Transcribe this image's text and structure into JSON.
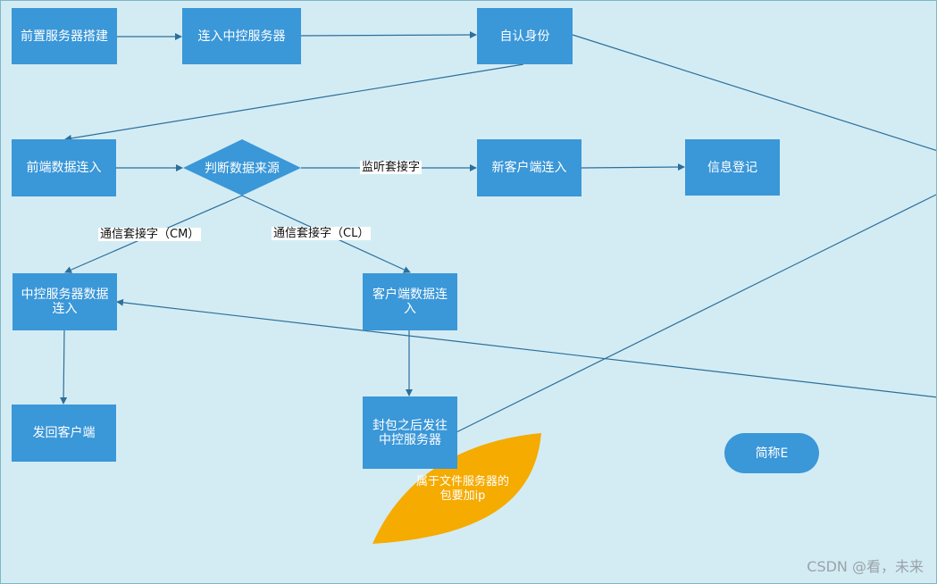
{
  "nodes": {
    "frontend_setup": "前置服务器搭建",
    "connect_center": "连入中控服务器",
    "self_auth": "自认身份",
    "frontend_data_in": "前端数据连入",
    "judge_source": "判断数据来源",
    "new_client_in": "新客户端连入",
    "info_register": "信息登记",
    "center_data_in": "中控服务器数据连入",
    "client_data_in": "客户端数据连入",
    "send_back_client": "发回客户端",
    "pack_send_center": "封包之后发往中控服务器",
    "brief": "简称E",
    "file_server_note": "属于文件服务器的包要加ip"
  },
  "edge_labels": {
    "listen_socket": "监听套接字",
    "comm_socket_cm": "通信套接字（CM）",
    "comm_socket_cl": "通信套接字（CL）"
  },
  "colors": {
    "node_fill": "#3a97d8",
    "canvas_bg": "#d3ecf4",
    "edge": "#2d6f9a",
    "leaf_fill": "#f5ab00"
  },
  "watermark": "CSDN @看，未来"
}
